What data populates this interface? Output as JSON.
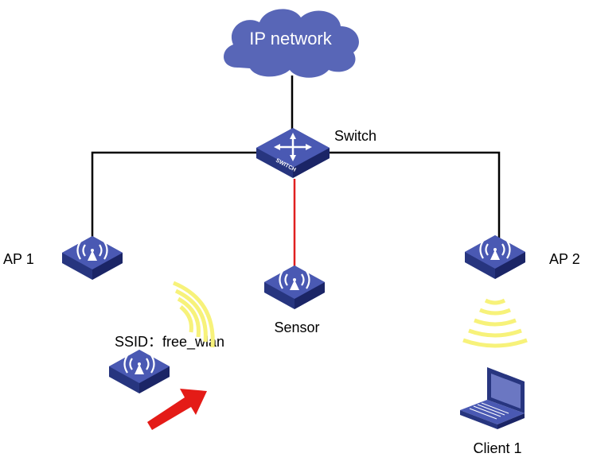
{
  "labels": {
    "cloud": "IP network",
    "switch": "Switch",
    "switch_badge": "SWITCH",
    "ap1": "AP 1",
    "ap2": "AP 2",
    "sensor": "Sensor",
    "rogue_ssid": "SSID：free_wlan",
    "client": "Client 1"
  },
  "colors": {
    "device_top": "#4a59b3",
    "device_side_left": "#27357f",
    "device_side_right": "#1b2566",
    "cloud": "#5866b7",
    "link": "#000000",
    "sensor_link": "#e02020",
    "signal_waves": "#f7f27a",
    "attack_arrow": "#e41b17"
  },
  "icons": [
    "cloud-icon",
    "switch-icon",
    "access-point-icon",
    "wireless-signal-icon",
    "laptop-icon",
    "arrow-icon"
  ]
}
